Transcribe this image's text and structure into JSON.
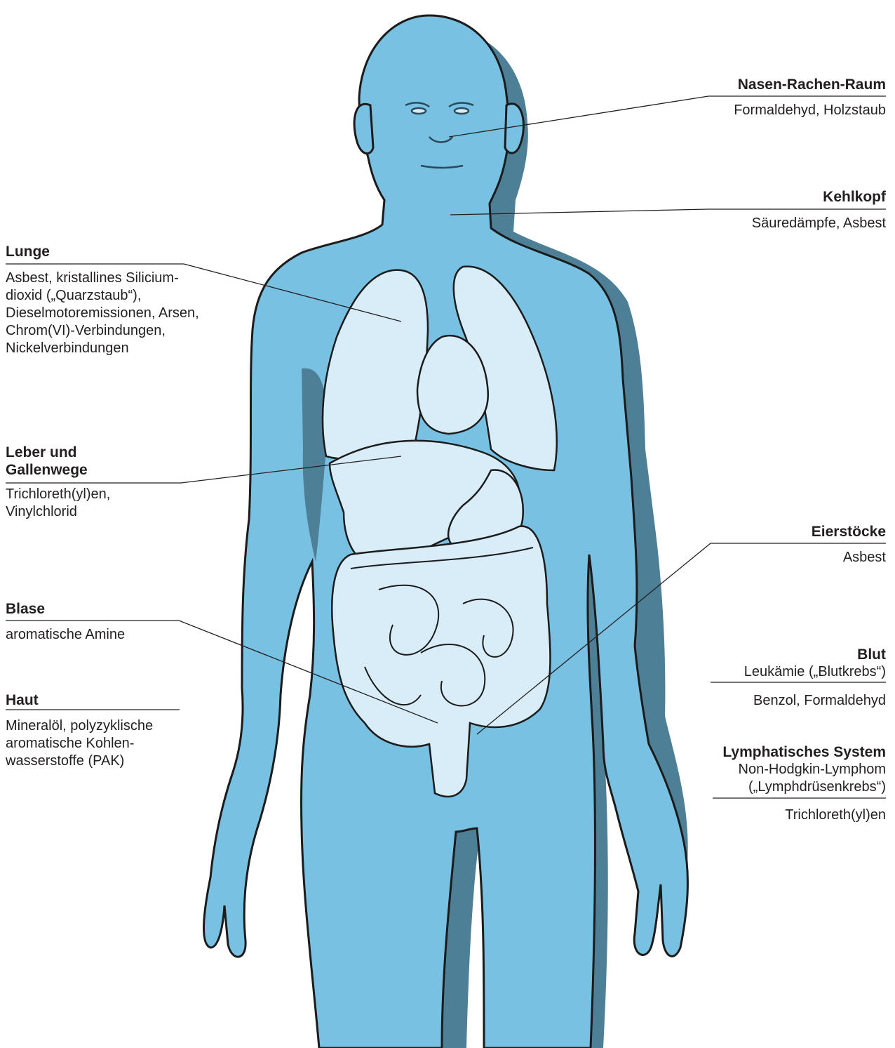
{
  "colors": {
    "skin": "#79c1e3",
    "skin_shadow": "#4d7f96",
    "organ": "#d9edf8",
    "outline": "#1b1b1b",
    "text": "#231f20"
  },
  "labels": {
    "nasen": {
      "title": "Nasen-Rachen-Raum",
      "desc": "Formaldehyd, Holzstaub"
    },
    "kehlkopf": {
      "title": "Kehlkopf",
      "desc": "Säuredämpfe, Asbest"
    },
    "lunge": {
      "title": "Lunge",
      "desc": "Asbest, kristallines Silicium-\ndioxid („Quarzstaub“),\nDieselmotoremissionen, Arsen,\nChrom(VI)-Verbindungen,\nNickelverbindungen"
    },
    "leber": {
      "title": "Leber und\nGallenwege",
      "desc": "Trichloreth(yl)en,\nVinylchlorid"
    },
    "eierstoecke": {
      "title": "Eierstöcke",
      "desc": "Asbest"
    },
    "blase": {
      "title": "Blase",
      "desc": "aromatische Amine"
    },
    "blut": {
      "title": "Blut",
      "subtitle": "Leukämie („Blutkrebs“)",
      "desc": "Benzol, Formaldehyd"
    },
    "haut": {
      "title": "Haut",
      "desc": "Mineralöl, polyzyklische\naromatische Kohlen-\nwasserstoffe (PAK)"
    },
    "lymph": {
      "title": "Lymphatisches System",
      "subtitle": "Non-Hodgkin-Lymphom\n(„Lymphdrüsenkrebs“)",
      "desc": "Trichloreth(yl)en"
    }
  }
}
